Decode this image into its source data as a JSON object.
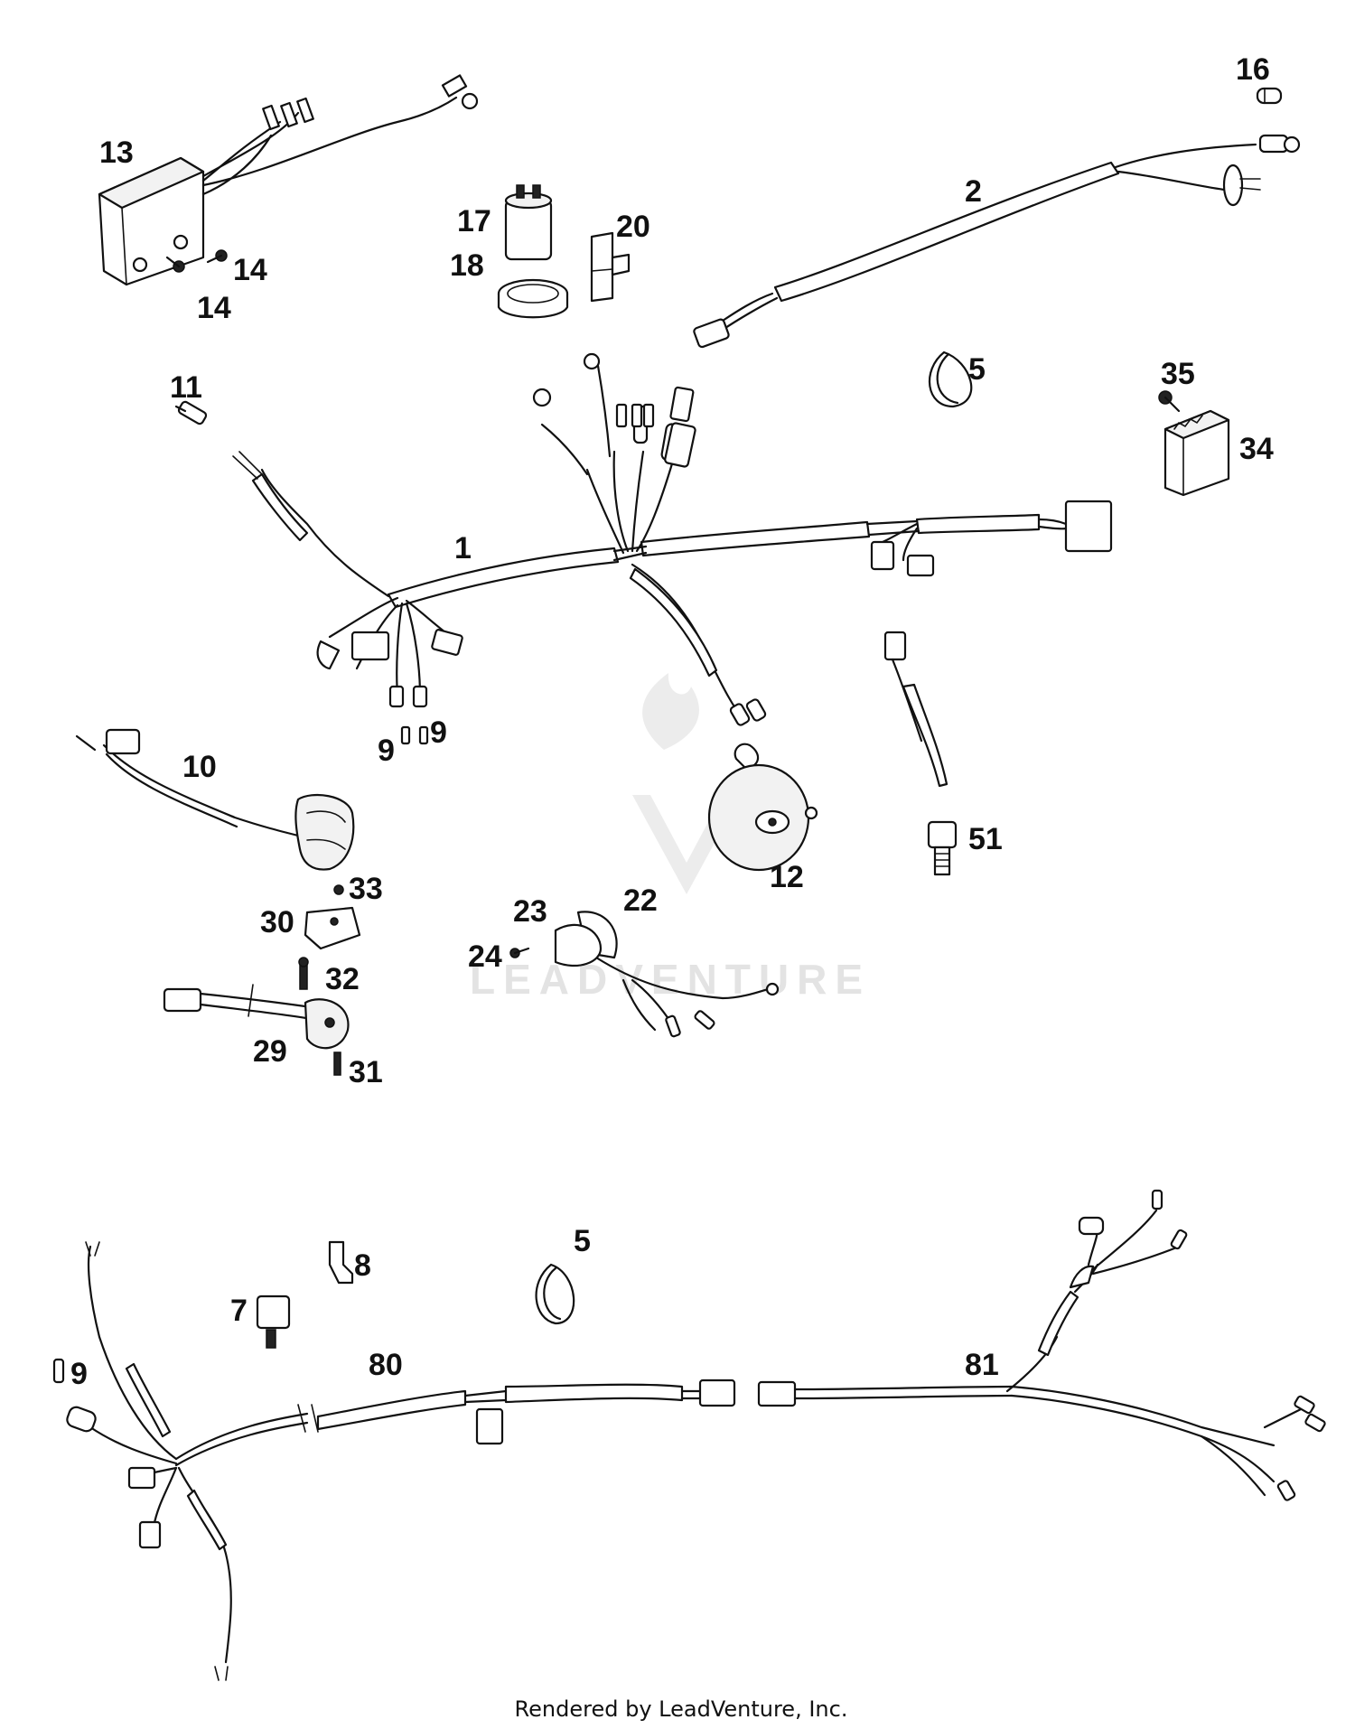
{
  "diagram": {
    "callouts": {
      "c1": "1",
      "c2": "2",
      "c5a": "5",
      "c5b": "5",
      "c7": "7",
      "c8": "8",
      "c9a": "9",
      "c9b": "9",
      "c9c": "9",
      "c10": "10",
      "c11": "11",
      "c12": "12",
      "c13": "13",
      "c14a": "14",
      "c14b": "14",
      "c16": "16",
      "c17": "17",
      "c18": "18",
      "c20": "20",
      "c22": "22",
      "c23": "23",
      "c24": "24",
      "c29": "29",
      "c30": "30",
      "c31": "31",
      "c32": "32",
      "c33": "33",
      "c34": "34",
      "c35": "35",
      "c51": "51",
      "c80": "80",
      "c81": "81"
    },
    "watermark": "LEADVENTURE",
    "footer": "Rendered by LeadVenture, Inc."
  }
}
